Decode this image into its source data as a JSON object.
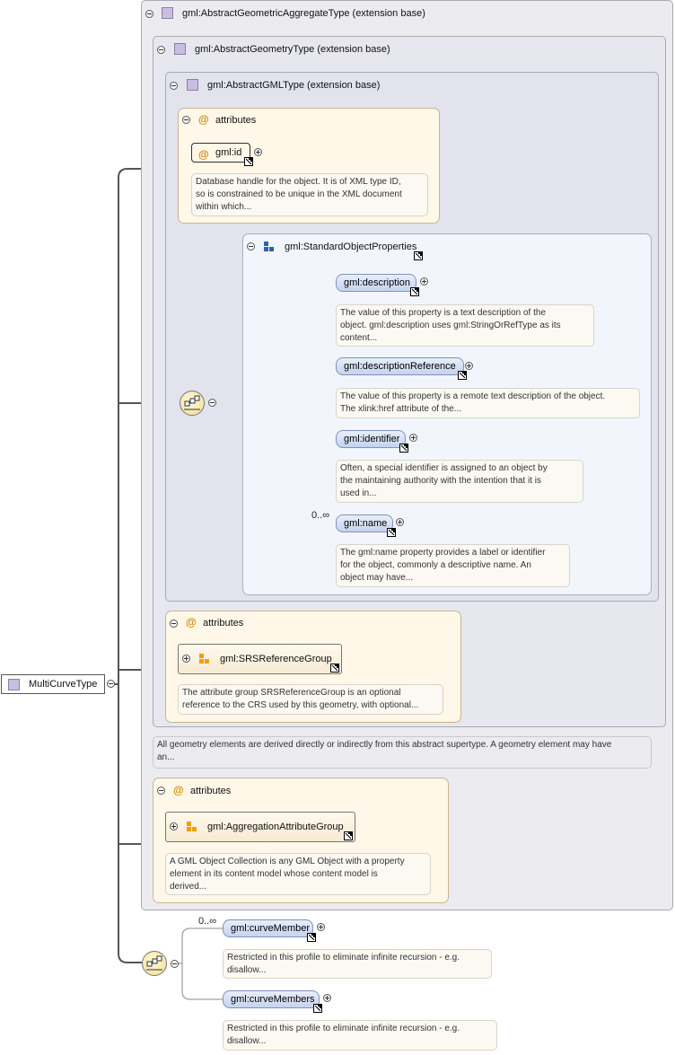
{
  "root": {
    "label": "MultiCurveType"
  },
  "aggregate_base": {
    "label": "gml:AbstractGeometricAggregateType (extension base)"
  },
  "geometry_base": {
    "label": "gml:AbstractGeometryType (extension base)"
  },
  "gml_base": {
    "label": "gml:AbstractGMLType (extension base)"
  },
  "gml_attributes": {
    "title": "attributes",
    "id_attr": "gml:id",
    "id_doc": [
      "Database handle for the object. It is of XML type ID,",
      "so is constrained to be unique in the XML document",
      "within which..."
    ]
  },
  "standard_props": {
    "label": "gml:StandardObjectProperties",
    "elements": [
      {
        "label": "gml:description",
        "doc": [
          "The value of this property is a text description of the",
          "object. gml:description uses gml:StringOrRefType as its",
          "content..."
        ]
      },
      {
        "label": "gml:descriptionReference",
        "doc": [
          "The value of this property is a remote text description of the object.",
          "The xlink:href attribute of the..."
        ]
      },
      {
        "label": "gml:identifier",
        "doc": [
          "Often, a special identifier is assigned to an object by",
          "the maintaining authority with the intention that it is",
          "used in..."
        ]
      },
      {
        "label": "gml:name",
        "occurs": "0..∞",
        "doc": [
          "The gml:name property provides a label or identifier",
          "for the object, commonly a descriptive name. An",
          "object may have..."
        ]
      }
    ]
  },
  "geometry_attributes": {
    "title": "attributes",
    "group": "gml:SRSReferenceGroup",
    "doc": [
      "The attribute group SRSReferenceGroup is an optional",
      "reference to the CRS used by this geometry, with optional..."
    ]
  },
  "geometry_doc": [
    "All geometry elements are derived directly or indirectly from this abstract supertype. A geometry element may have",
    "an..."
  ],
  "aggregate_attributes": {
    "title": "attributes",
    "group": "gml:AggregationAttributeGroup",
    "doc": [
      "A GML Object Collection is any GML Object with a property",
      "element in its content model whose content model is",
      "derived..."
    ]
  },
  "members": [
    {
      "label": "gml:curveMember",
      "occurs": "0..∞",
      "doc": [
        "Restricted in this profile to eliminate infinite recursion - e.g.",
        "disallow..."
      ]
    },
    {
      "label": "gml:curveMembers",
      "doc": [
        "Restricted in this profile to eliminate infinite recursion - e.g.",
        "disallow..."
      ]
    }
  ],
  "colors": {
    "element_fill": "#c6d3ee",
    "attribute_fill": "#fff7e8",
    "compositor_fill": "#f0dc88",
    "type_icon": "#c9bde0"
  }
}
